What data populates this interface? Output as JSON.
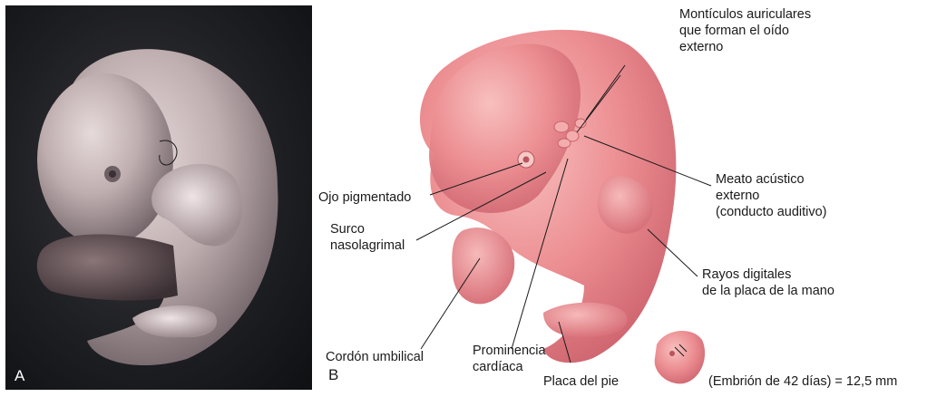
{
  "panel_a": {
    "letter": "A"
  },
  "panel_b": {
    "letter": "B",
    "labels": {
      "auricular_hillocks_line1": "Montículos auriculares",
      "auricular_hillocks_line2": "que forman el oído",
      "auricular_hillocks_line3": "externo",
      "pigmented_eye": "Ojo pigmentado",
      "nasolacrimal_groove_line1": "Surco",
      "nasolacrimal_groove_line2": "nasolagrimal",
      "external_meatus_line1": "Meato acústico",
      "external_meatus_line2": "externo",
      "external_meatus_line3": "(conducto auditivo)",
      "digital_rays_line1": "Rayos digitales",
      "digital_rays_line2": "de la placa de la mano",
      "umbilical_cord": "Cordón umbilical",
      "cardiac_prominence_line1": "Prominencia",
      "cardiac_prominence_line2": "cardíaca",
      "foot_plate": "Placa del pie",
      "scale_note": "(Embrión de 42 días) = 12,5 mm"
    }
  },
  "colors": {
    "embryo_skin": "#e9868b",
    "embryo_highlight": "#f6b6b4",
    "embryo_shadow": "#c8646c",
    "photo_background": "#16171b",
    "photo_embryo": "#c9b8b8"
  }
}
